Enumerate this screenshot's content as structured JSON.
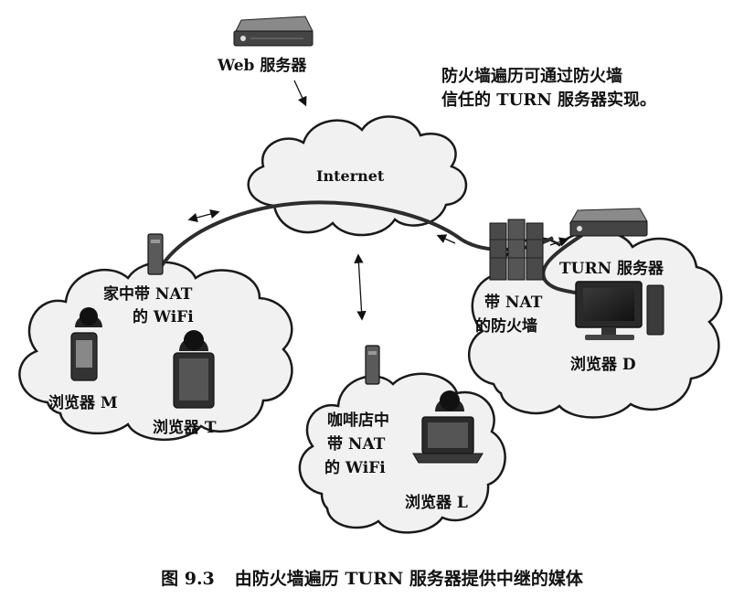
{
  "labels": {
    "web_server": "Web 服务器",
    "note_line1": "防火墙遍历可通过防火墙",
    "note_line2": "信任的 TURN 服务器实现。",
    "internet": "Internet",
    "home_line1": "家中带 NAT",
    "home_line2": "的 WiFi",
    "browser_m": "浏览器 M",
    "browser_t": "浏览器 T",
    "turn_server": "TURN 服务器",
    "firewall_line1": "带 NAT",
    "firewall_line2": "的防火墙",
    "browser_d": "浏览器 D",
    "cafe_line1": "咖啡店中",
    "cafe_line2": "带 NAT",
    "cafe_line3": "的 WiFi",
    "browser_l": "浏览器 L"
  },
  "caption": {
    "number": "图 9.3",
    "text": "由防火墙遍历 TURN 服务器提供中继的媒体"
  },
  "colors": {
    "cloud_fill": "#f1f1f1",
    "cloud_stroke": "#1a1a1a",
    "device_dark": "#2b2b2b",
    "device_mid": "#555555",
    "text": "#111111"
  }
}
